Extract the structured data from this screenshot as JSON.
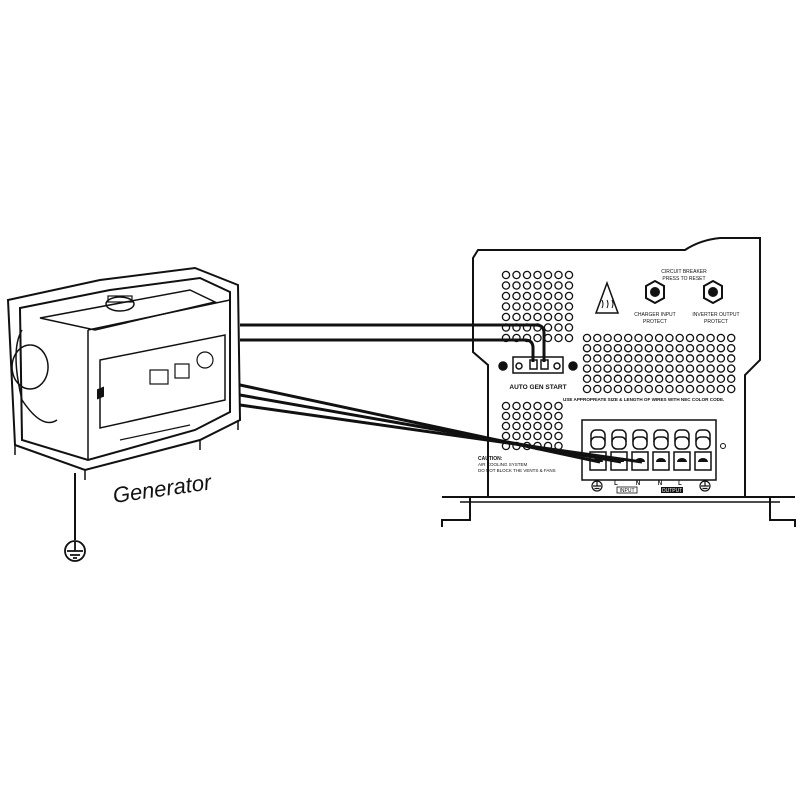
{
  "generator": {
    "label": "Generator"
  },
  "inverter": {
    "circuit_breaker": [
      "CIRCUIT BREAKER",
      "PRESS TO RESET"
    ],
    "charger_protect": [
      "CHARGER INPUT",
      "PROTECT"
    ],
    "inverter_protect": [
      "INVERTER OUTPUT",
      "PROTECT"
    ],
    "auto_gen_start": "AUTO GEN START",
    "wire_notice": "USE APPROPRIATE SIZE & LENGTH OF WIRES WITH NEC COLOR CODE.",
    "caution": [
      "CAUTION:",
      "AIR COOLING SYSTEM",
      "DO NOT BLOCK THE VENTS & FANS"
    ],
    "terminal_labels": [
      "L",
      "N",
      "N",
      "L"
    ],
    "input_label": "INPUT",
    "output_label": "OUTPUT"
  },
  "colors": {
    "line": "#111111",
    "background": "#ffffff"
  },
  "icons": [
    "ground-symbol-icon",
    "hot-surface-warning-icon",
    "circuit-breaker-icon"
  ]
}
